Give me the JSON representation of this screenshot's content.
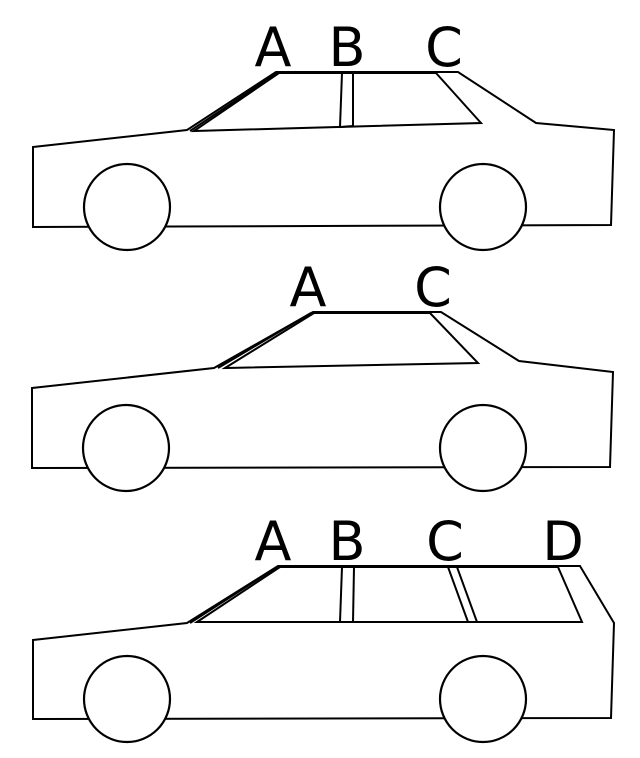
{
  "diagrams": [
    {
      "name": "sedan",
      "labels": [
        "A",
        "B",
        "C"
      ]
    },
    {
      "name": "coupe",
      "labels": [
        "A",
        "C"
      ]
    },
    {
      "name": "station-wagon",
      "labels": [
        "A",
        "B",
        "C",
        "D"
      ]
    }
  ],
  "colors": {
    "stroke": "#000000",
    "background": "#ffffff"
  }
}
